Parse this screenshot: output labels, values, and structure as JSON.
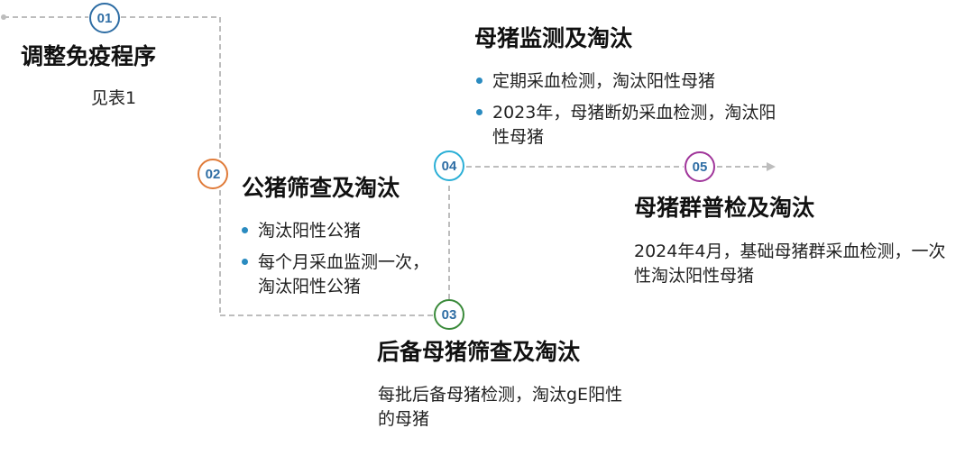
{
  "steps": [
    {
      "number": "01",
      "title": "调整免疫程序",
      "body": "见表1",
      "color": "#2e6da4"
    },
    {
      "number": "02",
      "title": "公猪筛查及淘汰",
      "bullets": [
        "淘汰阳性公猪",
        "每个月采血监测一次，淘汰阳性公猪"
      ],
      "color": "#e07b39"
    },
    {
      "number": "03",
      "title": "后备母猪筛查及淘汰",
      "body": "每批后备母猪检测，淘汰gE阳性的母猪",
      "color": "#3a8a3a"
    },
    {
      "number": "04",
      "title": "母猪监测及淘汰",
      "bullets": [
        "定期采血检测，淘汰阳性母猪",
        "2023年，母猪断奶采血检测，淘汰阳性母猪"
      ],
      "color": "#2bafd6"
    },
    {
      "number": "05",
      "title": "母猪群普检及淘汰",
      "body": "2024年4月，基础母猪群采血检测，一次性淘汰阳性母猪",
      "color": "#a0359a"
    }
  ],
  "colors": {
    "connector": "#bdbdbd",
    "bullet": "#2a8bc0"
  }
}
